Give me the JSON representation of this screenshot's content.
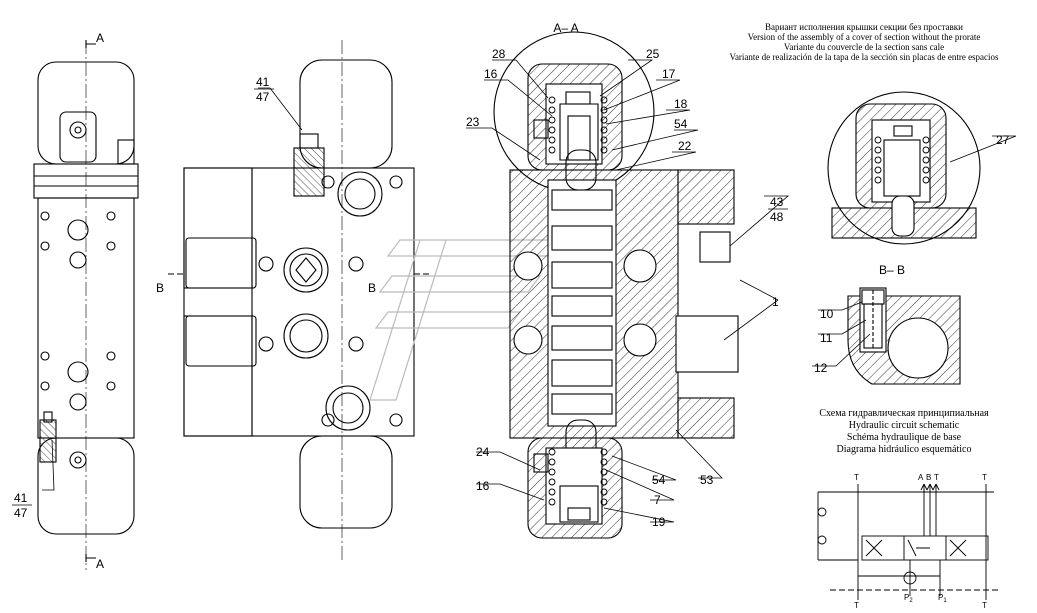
{
  "section_titles": {
    "aa": "A– A",
    "bb": "B– B",
    "a_top": "A",
    "a_bottom": "A",
    "b_left": "B",
    "b_right": "B"
  },
  "variant_note": [
    "Вариант исполнения крышки секции без проставки",
    "Version of the assembly of a cover of section without the prorate",
    "Variante du couvercle de la section sans cale",
    "Variante de realización de la tapa de la sección sin placas de entre espacios"
  ],
  "schematic_title": [
    "Схема гидравлическая принципиальная",
    "Hydraulic circuit schematic",
    "Schéma hydraulique de base",
    "Diagrama hidráulico esquemático"
  ],
  "port_labels": {
    "t_left": "T",
    "t_left2": "T",
    "t_right": "T",
    "t_right2": "T",
    "a": "A",
    "b": "B",
    "t_mid": "T",
    "p2": "P",
    "p2_sub": "2",
    "p1": "P",
    "p1_sub": "1"
  },
  "callouts": {
    "c41_top": "41",
    "c47_top": "47",
    "c41_bot": "41",
    "c47_bot": "47",
    "c28": "28",
    "c25": "25",
    "c16_top": "16",
    "c17": "17",
    "c18": "18",
    "c23": "23",
    "c54_top": "54",
    "c22": "22",
    "c43": "43",
    "c48": "48",
    "c1": "1",
    "c24": "24",
    "c54_bot": "54",
    "c53": "53",
    "c16_bot": "16",
    "c7": "7",
    "c19": "19",
    "c27": "27",
    "c10": "10",
    "c11": "11",
    "c12": "12"
  }
}
